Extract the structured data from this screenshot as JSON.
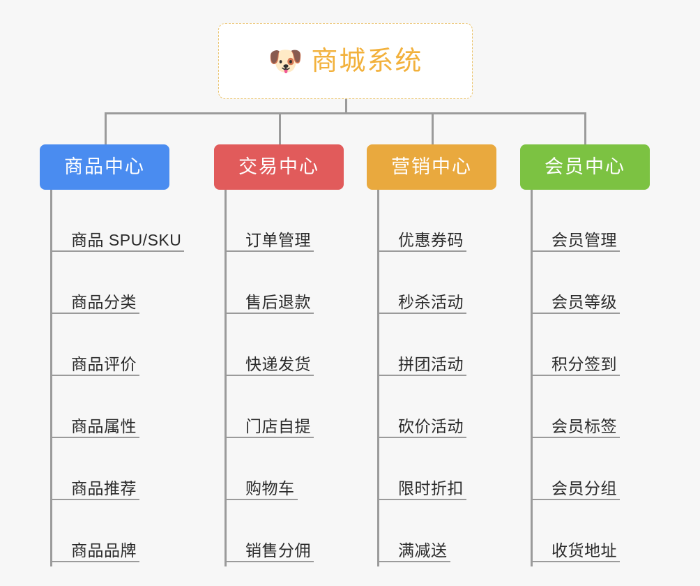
{
  "page": {
    "background_color": "#f7f7f7",
    "connector_color": "#9b9b9b"
  },
  "root": {
    "icon": "shiba-dog-emoji",
    "icon_glyph": "🐶",
    "title": "商城系统",
    "text_color": "#f2b13c",
    "border_color": "#eac26b",
    "background_color": "#ffffff"
  },
  "branches": [
    {
      "id": "product-center",
      "label": "商品中心",
      "color": "#4a8cf0",
      "items": [
        "商品 SPU/SKU",
        "商品分类",
        "商品评价",
        "商品属性",
        "商品推荐",
        "商品品牌"
      ]
    },
    {
      "id": "trade-center",
      "label": "交易中心",
      "color": "#e15b5b",
      "items": [
        "订单管理",
        "售后退款",
        "快递发货",
        "门店自提",
        "购物车",
        "销售分佣"
      ]
    },
    {
      "id": "marketing-center",
      "label": "营销中心",
      "color": "#e9a93e",
      "items": [
        "优惠券码",
        "秒杀活动",
        "拼团活动",
        "砍价活动",
        "限时折扣",
        "满减送"
      ]
    },
    {
      "id": "member-center",
      "label": "会员中心",
      "color": "#7cc242",
      "items": [
        "会员管理",
        "会员等级",
        "积分签到",
        "会员标签",
        "会员分组",
        "收货地址"
      ]
    }
  ]
}
